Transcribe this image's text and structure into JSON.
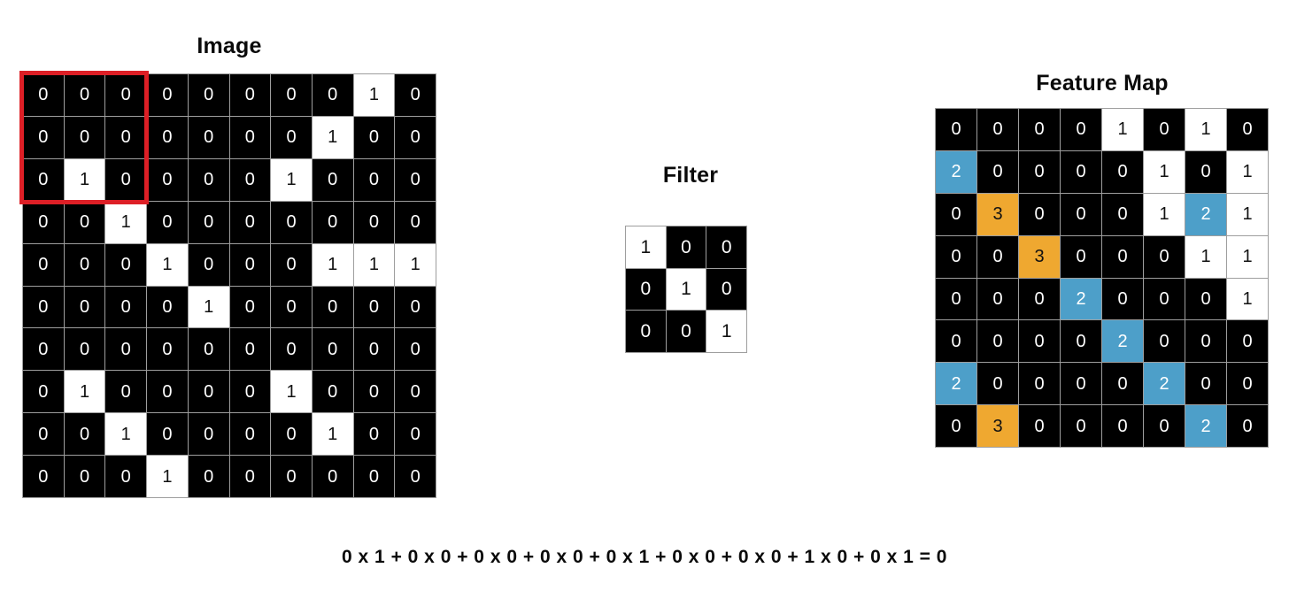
{
  "titles": {
    "image": "Image",
    "filter": "Filter",
    "feature_map": "Feature Map"
  },
  "equation": "0 x 1 + 0 x 0 + 0 x 0 + 0 x 0 + 0 x 1 + 0 x 0 + 0 x 0 + 1 x 0 + 0 x 1 = 0",
  "colors": {
    "zero_cell_bg": "#000000",
    "zero_cell_text": "#ffffff",
    "one_cell_bg": "#ffffff",
    "one_cell_text": "#111111",
    "highlight_blue": "#4d9fc9",
    "highlight_orange": "#efa830",
    "selection_box": "#dd1f26",
    "grid_line": "#9e9e9e",
    "background": "#ffffff"
  },
  "image_grid": {
    "rows": 10,
    "cols": 10,
    "values": [
      [
        0,
        0,
        0,
        0,
        0,
        0,
        0,
        0,
        1,
        0
      ],
      [
        0,
        0,
        0,
        0,
        0,
        0,
        0,
        1,
        0,
        0
      ],
      [
        0,
        1,
        0,
        0,
        0,
        0,
        1,
        0,
        0,
        0
      ],
      [
        0,
        0,
        1,
        0,
        0,
        0,
        0,
        0,
        0,
        0
      ],
      [
        0,
        0,
        0,
        1,
        0,
        0,
        0,
        1,
        1,
        1
      ],
      [
        0,
        0,
        0,
        0,
        1,
        0,
        0,
        0,
        0,
        0
      ],
      [
        0,
        0,
        0,
        0,
        0,
        0,
        0,
        0,
        0,
        0
      ],
      [
        0,
        1,
        0,
        0,
        0,
        0,
        1,
        0,
        0,
        0
      ],
      [
        0,
        0,
        1,
        0,
        0,
        0,
        0,
        1,
        0,
        0
      ],
      [
        0,
        0,
        0,
        1,
        0,
        0,
        0,
        0,
        0,
        0
      ]
    ],
    "selection": {
      "row_start": 0,
      "col_start": 0,
      "rows": 3,
      "cols": 3
    }
  },
  "filter_grid": {
    "rows": 3,
    "cols": 3,
    "values": [
      [
        1,
        0,
        0
      ],
      [
        0,
        1,
        0
      ],
      [
        0,
        0,
        1
      ]
    ]
  },
  "feature_map_grid": {
    "rows": 8,
    "cols": 8,
    "values": [
      [
        0,
        0,
        0,
        0,
        1,
        0,
        1,
        0
      ],
      [
        2,
        0,
        0,
        0,
        0,
        1,
        0,
        1
      ],
      [
        0,
        3,
        0,
        0,
        0,
        1,
        2,
        1
      ],
      [
        0,
        0,
        3,
        0,
        0,
        0,
        1,
        1
      ],
      [
        0,
        0,
        0,
        2,
        0,
        0,
        0,
        1
      ],
      [
        0,
        0,
        0,
        0,
        2,
        0,
        0,
        0
      ],
      [
        2,
        0,
        0,
        0,
        0,
        2,
        0,
        0
      ],
      [
        0,
        3,
        0,
        0,
        0,
        0,
        2,
        0
      ]
    ]
  }
}
